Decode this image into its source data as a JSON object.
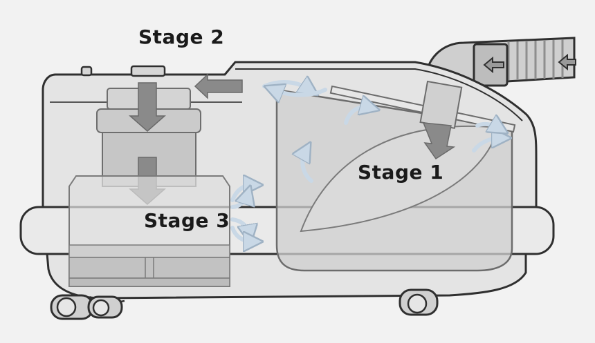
{
  "labels": {
    "stage1": "Stage 1",
    "stage2": "Stage 2",
    "stage3": "Stage 3"
  },
  "colors": {
    "background": "#f2f2f2",
    "outline": "#2f2f2f",
    "body_fill": "#e4e4e4",
    "canister_fill": "#cfcfcf",
    "arrow_dark": "#8a8a8a",
    "arrow_light": "#dde8f2"
  },
  "icons": [
    "arrow-down-icon",
    "arrow-left-icon",
    "airflow-curve-icon",
    "wheel-icon",
    "hose-icon"
  ]
}
